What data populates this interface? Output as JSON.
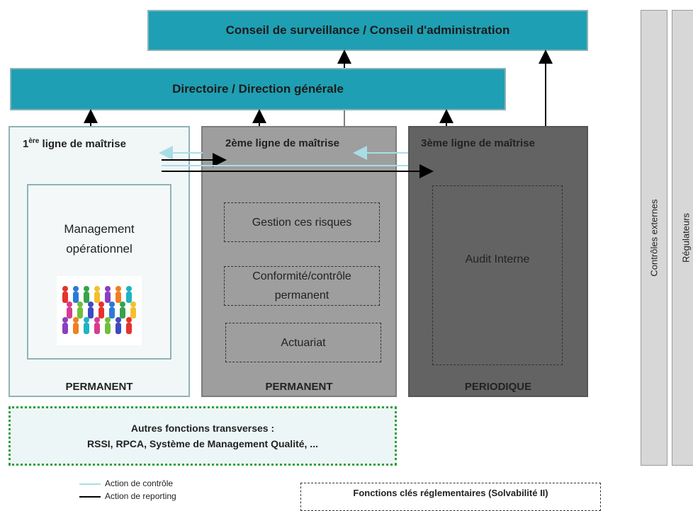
{
  "board": "Conseil de surveillance / Conseil d'administration",
  "management": "Directoire / Direction générale",
  "lines": [
    {
      "title_sup": "ère",
      "title_main": "ligne de maîtrise",
      "title_prefix": "1",
      "footer": "PERMANENT"
    },
    {
      "title": "2ème ligne de maîtrise",
      "footer": "PERMANENT"
    },
    {
      "title": "3ème ligne de maîtrise",
      "footer": "PERIODIQUE"
    }
  ],
  "line1_box": {
    "label_1": "Management",
    "label_2": "opérationnel",
    "image_icon": "people-crowd-icon"
  },
  "line2_boxes": [
    "Gestion ces risques",
    "Conformité/contrôle permanent",
    "Actuariat"
  ],
  "line3_box": "Audit Interne",
  "transverse": {
    "title": "Autres fonctions transverses :",
    "list": "RSSI, RPCA, Système de Management Qualité, ..."
  },
  "external": [
    "Contrôles externes",
    "Régulateurs"
  ],
  "legend": {
    "control": "Action de contrôle",
    "reporting": "Action de reporting"
  },
  "key_functions": "Fonctions clés réglementaires (Solvabilité II)",
  "colors": {
    "teal": "#1f9fb3",
    "control_arrow": "#a9dde6",
    "reporting_arrow": "#000000",
    "line1_bg": "#f1f7f7",
    "line2_bg": "#9e9e9e",
    "line3_bg": "#636363"
  }
}
